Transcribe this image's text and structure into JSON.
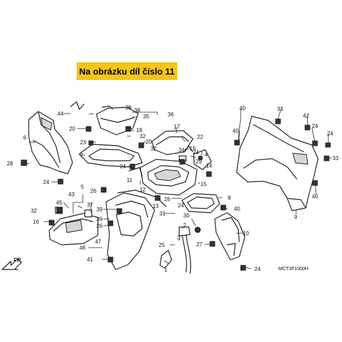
{
  "banner": {
    "text": "Na obrázku díl číslo 11",
    "color": "#f5c518"
  },
  "diagram_code": "MCT3F1000H",
  "direction_label": "FR.",
  "callouts": [
    {
      "id": "c44",
      "label": "44"
    },
    {
      "id": "c38a",
      "label": "38"
    },
    {
      "id": "c38b",
      "label": "38"
    },
    {
      "id": "c36",
      "label": "36"
    },
    {
      "id": "c35",
      "label": "35"
    },
    {
      "id": "c20a",
      "label": "20"
    },
    {
      "id": "c18",
      "label": "18"
    },
    {
      "id": "c32a",
      "label": "32"
    },
    {
      "id": "c17",
      "label": "17"
    },
    {
      "id": "c22",
      "label": "22"
    },
    {
      "id": "c6",
      "label": "6"
    },
    {
      "id": "c23",
      "label": "23"
    },
    {
      "id": "c20b",
      "label": "20"
    },
    {
      "id": "c19",
      "label": "19"
    },
    {
      "id": "c7",
      "label": "7"
    },
    {
      "id": "c32b",
      "label": "32"
    },
    {
      "id": "c34",
      "label": "34"
    },
    {
      "id": "c28",
      "label": "28"
    },
    {
      "id": "c24a",
      "label": "24"
    },
    {
      "id": "c4",
      "label": "4"
    },
    {
      "id": "c24b",
      "label": "24"
    },
    {
      "id": "c11",
      "label": "11"
    },
    {
      "id": "c15",
      "label": "15"
    },
    {
      "id": "c5",
      "label": "5"
    },
    {
      "id": "c26a",
      "label": "26"
    },
    {
      "id": "c26b",
      "label": "26"
    },
    {
      "id": "c43",
      "label": "43"
    },
    {
      "id": "c37",
      "label": "37"
    },
    {
      "id": "c45",
      "label": "45"
    },
    {
      "id": "c39a",
      "label": "39"
    },
    {
      "id": "c8",
      "label": "8"
    },
    {
      "id": "c32c",
      "label": "32"
    },
    {
      "id": "c39b",
      "label": "39"
    },
    {
      "id": "c40a",
      "label": "40"
    },
    {
      "id": "c31",
      "label": "31"
    },
    {
      "id": "c16",
      "label": "16"
    },
    {
      "id": "c30",
      "label": "30"
    },
    {
      "id": "c26c",
      "label": "26"
    },
    {
      "id": "c2",
      "label": "2"
    },
    {
      "id": "c10",
      "label": "10"
    },
    {
      "id": "c3",
      "label": "3"
    },
    {
      "id": "c47",
      "label": "47"
    },
    {
      "id": "c46",
      "label": "46"
    },
    {
      "id": "c25",
      "label": "25"
    },
    {
      "id": "c27",
      "label": "27"
    },
    {
      "id": "c41",
      "label": "41"
    },
    {
      "id": "c1",
      "label": "1"
    },
    {
      "id": "c40b",
      "label": "40"
    },
    {
      "id": "c33a",
      "label": "33"
    },
    {
      "id": "c42",
      "label": "42"
    },
    {
      "id": "c24c",
      "label": "24"
    },
    {
      "id": "c40c",
      "label": "40"
    },
    {
      "id": "c24d",
      "label": "24"
    },
    {
      "id": "c33b",
      "label": "33"
    },
    {
      "id": "c40d",
      "label": "40"
    },
    {
      "id": "c9",
      "label": "9"
    },
    {
      "id": "c24e",
      "label": "24"
    },
    {
      "id": "c21",
      "label": "21"
    },
    {
      "id": "c29",
      "label": "29"
    },
    {
      "id": "c12",
      "label": "12"
    },
    {
      "id": "c24f",
      "label": "24"
    },
    {
      "id": "c13",
      "label": "13"
    },
    {
      "id": "c14",
      "label": "14"
    }
  ]
}
